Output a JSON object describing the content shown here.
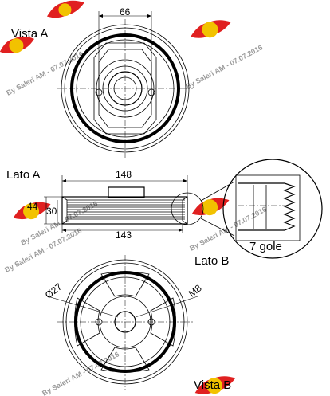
{
  "labels": {
    "vista_a": "Vista A",
    "lato_a": "Lato A",
    "lato_b": "Lato B",
    "vista_b": "Vista B",
    "gole": "7 gole"
  },
  "dimensions": {
    "width_top": "66",
    "len_148": "148",
    "len_143": "143",
    "dia_44": "44",
    "dia_30": "30",
    "dia_27": "Ø27",
    "thread": "M8"
  },
  "watermark": {
    "text": "By Saleri AM - 07.07.2016"
  },
  "colors": {
    "logo_red": "#e02020",
    "logo_yellow": "#f2c200",
    "watermark_gray": "#9a9a9a"
  }
}
